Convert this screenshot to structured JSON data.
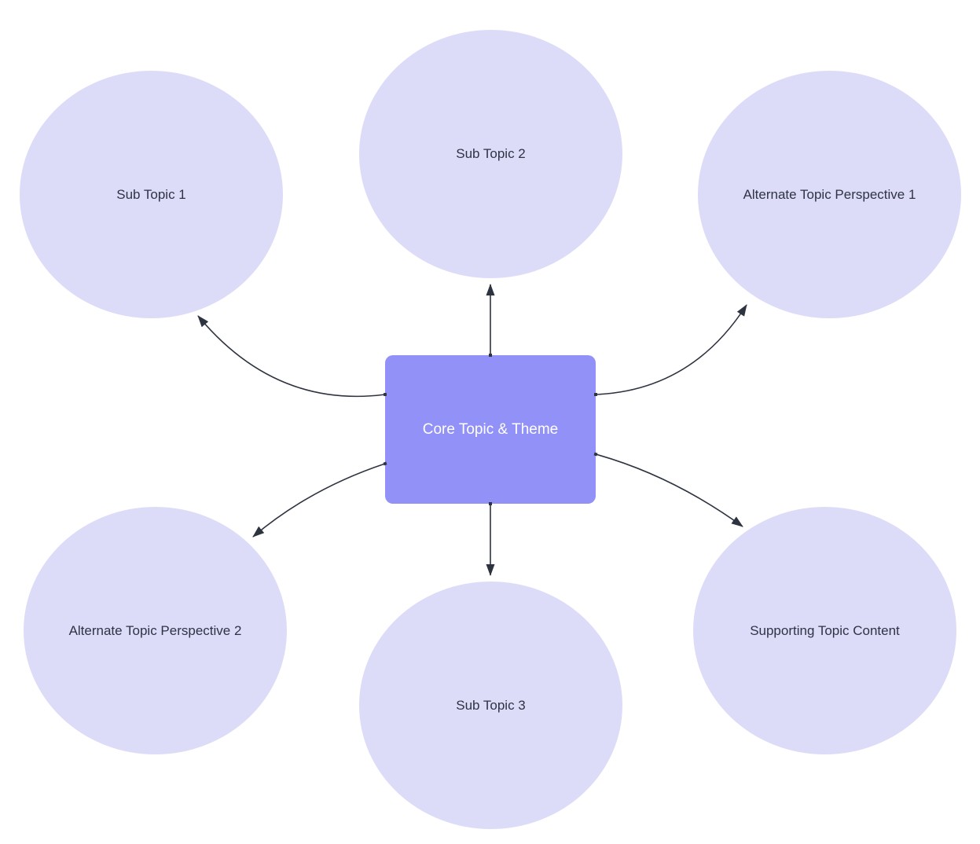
{
  "diagram": {
    "type": "mind-map",
    "background": "#ffffff",
    "center_node": {
      "id": "core-topic",
      "label": "Core Topic & Theme",
      "shape": "rounded-rectangle",
      "fill": "#9191f8",
      "text_color": "#ffffff"
    },
    "nodes": [
      {
        "id": "sub-topic-1",
        "label": "Sub Topic 1",
        "shape": "ellipse",
        "position": "top-left"
      },
      {
        "id": "sub-topic-2",
        "label": "Sub Topic 2",
        "shape": "ellipse",
        "position": "top-center"
      },
      {
        "id": "alternate-topic-perspective-1",
        "label": "Alternate Topic Perspective 1",
        "shape": "ellipse",
        "position": "top-right"
      },
      {
        "id": "alternate-topic-perspective-2",
        "label": "Alternate Topic Perspective 2",
        "shape": "ellipse",
        "position": "bottom-left"
      },
      {
        "id": "sub-topic-3",
        "label": "Sub Topic 3",
        "shape": "ellipse",
        "position": "bottom-center"
      },
      {
        "id": "supporting-topic-content",
        "label": "Supporting Topic Content",
        "shape": "ellipse",
        "position": "bottom-right"
      }
    ],
    "edges": [
      {
        "from": "core-topic",
        "to": "sub-topic-1",
        "style": "curved-arrow"
      },
      {
        "from": "core-topic",
        "to": "sub-topic-2",
        "style": "straight-arrow"
      },
      {
        "from": "core-topic",
        "to": "alternate-topic-perspective-1",
        "style": "curved-arrow"
      },
      {
        "from": "core-topic",
        "to": "alternate-topic-perspective-2",
        "style": "curved-arrow"
      },
      {
        "from": "core-topic",
        "to": "sub-topic-3",
        "style": "straight-arrow"
      },
      {
        "from": "core-topic",
        "to": "supporting-topic-content",
        "style": "curved-arrow"
      }
    ],
    "colors": {
      "node_fill": "#dcdcf9",
      "node_text": "#2e3344",
      "center_fill": "#9191f8",
      "center_text": "#ffffff",
      "arrow": "#2e3340"
    }
  }
}
